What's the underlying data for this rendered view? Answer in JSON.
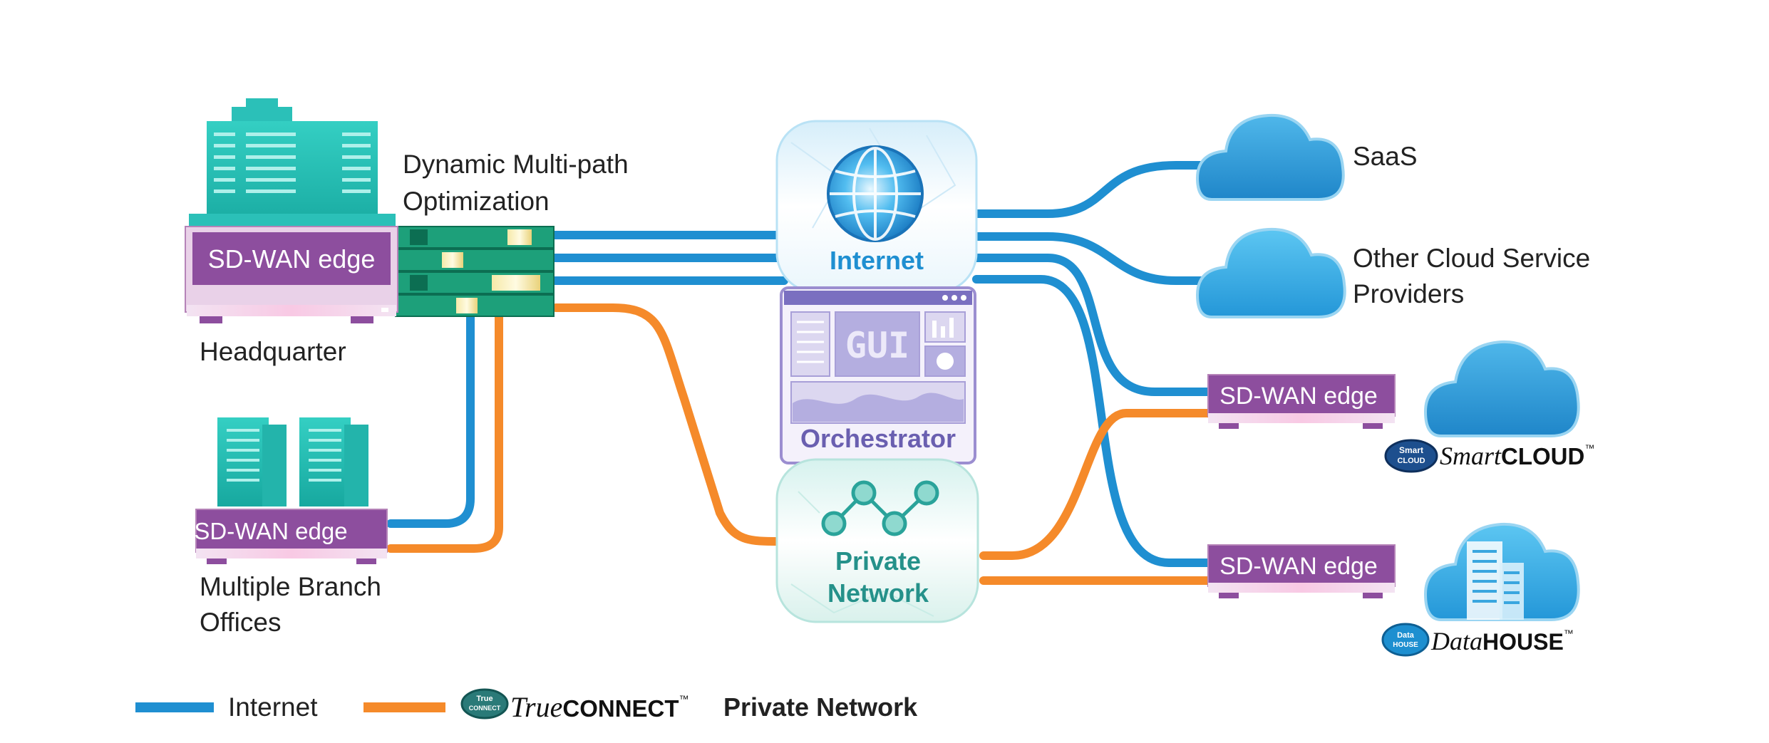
{
  "labels": {
    "multipath_line1": "Dynamic Multi-path",
    "multipath_line2": "Optimization",
    "headquarter": "Headquarter",
    "branch_line1": "Multiple Branch",
    "branch_line2": "Offices",
    "saas": "SaaS",
    "other_cloud_line1": "Other Cloud Service",
    "other_cloud_line2": "Providers"
  },
  "edges": {
    "hq": "SD-WAN edge",
    "branch": "SD-WAN edge",
    "smartcloud": "SD-WAN edge",
    "datahouse": "SD-WAN edge"
  },
  "hubs": {
    "internet": "Internet",
    "orchestrator": "Orchestrator",
    "orchestrator_screen": "GUI",
    "private_line1": "Private",
    "private_line2": "Network"
  },
  "brands": {
    "smartcloud_badge_top": "Smart",
    "smartcloud_badge_bottom": "CLOUD",
    "smartcloud_italic": "Smart",
    "smartcloud_bold": "CLOUD",
    "datahouse_badge_top": "Data",
    "datahouse_badge_bottom": "HOUSE",
    "datahouse_italic": "Data",
    "datahouse_bold": "HOUSE",
    "trueconnect_badge_top": "True",
    "trueconnect_badge_bottom": "CONNECT",
    "trueconnect_italic": "True",
    "trueconnect_bold": "CONNECT",
    "trademark": "™"
  },
  "legend": {
    "internet": "Internet",
    "private_suffix": "Private Network"
  },
  "colors": {
    "internet_line": "#1f8fd1",
    "private_line": "#f58a2a",
    "edge_purple": "#8d4e9e",
    "building_teal": "#2bc0b8",
    "internet_text": "#1f8fd1",
    "orchestrator_text": "#6a5fb0",
    "private_text": "#25918a"
  }
}
